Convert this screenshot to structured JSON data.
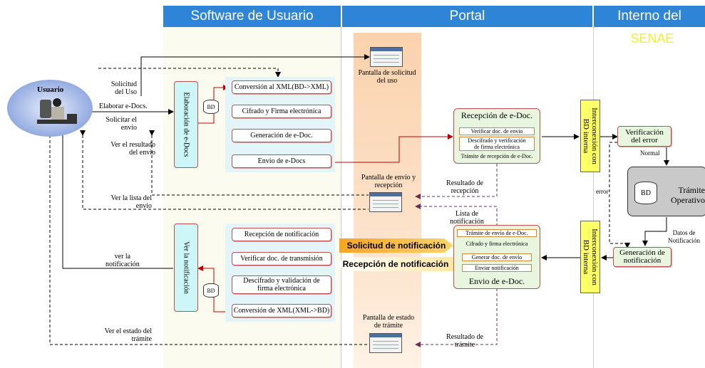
{
  "headers": {
    "software": "Software de Usuario",
    "portal": "Portal",
    "interno_line1": "Interno del",
    "interno_line2": "SENAE"
  },
  "usuario": "Usuario",
  "left_labels": {
    "solicitud_uso": "Solicitud\ndel Uso",
    "elaborar": "Elaborar e-Docs.",
    "solicitar_envio": "Solicitar el\nenvio",
    "ver_resultado": "Ver el resultado\ndel envio",
    "ver_lista": "Ver la lista del\nenvio",
    "ver_notificacion": "ver la\nnotificación",
    "ver_estado": "Ver el estado del\ntrámite"
  },
  "bd": "BD",
  "elaboracion": "Elaboración de e-Docs",
  "ver_notificacion_box": "Ver la notificación",
  "send_steps": [
    "Conversión al XML(BD->XML)",
    "Cifrado y Firma electrónica",
    "Generación de e-Doc.",
    "Envio de e-Docs"
  ],
  "recv_steps": [
    "Recepción de notificación",
    "Verificar doc. de transmisión",
    "Descifrado y validación de\nfirma electrónica",
    "Conversión de XML(XML->BD)"
  ],
  "portal_screens": {
    "solicitud": "Pantalla de solicitud\ndel uso",
    "envio": "Pantalla de envío y\nrecepción",
    "estado": "Pantalla de estado\nde trámite"
  },
  "portal_labels": {
    "resultado_recepcion": "Resultado de\nrecepción",
    "lista_notificacion": "Lista de\nnotificación",
    "resultado_tramite": "Resultado de\ntrámite",
    "solicitud_notificacion": "Solicitud de notificación",
    "recepcion_notificacion": "Recepción de notificación"
  },
  "recepcion_group": {
    "title": "Recepción de e-Doc.",
    "items": [
      "Verificar doc. de envio",
      "Descifrado y verificación\nde firma electrónica",
      "Trámite de recepción de e-Doc."
    ]
  },
  "envio_group": {
    "title": "Envio de e-Doc.",
    "items": [
      "Trámite de envío de e-Doc.",
      "Cifrado y firma electrónica",
      "Generar doc. de envío",
      "Enviar notificación"
    ]
  },
  "interconexion": "Interconexión con\nBD interna",
  "senae": {
    "verificacion": "Verificación\ndel error",
    "normal": "Normal",
    "error": "error",
    "tramite": "Trámite\nOperativo",
    "datos": "Datos de\nNotificación",
    "generacion": "Generación de\nnotificación"
  },
  "colors": {
    "header_blue": "#2e84d6",
    "senae_yellow": "#f7ef2e",
    "portal_orange": "#f9c79a",
    "step_border": "#c0504d",
    "cyan_box": "#ccf6f7",
    "interconexion_yellow": "#ffff66",
    "arrow_red": "#c00000",
    "dashed_purple": "#6b2d5c"
  }
}
